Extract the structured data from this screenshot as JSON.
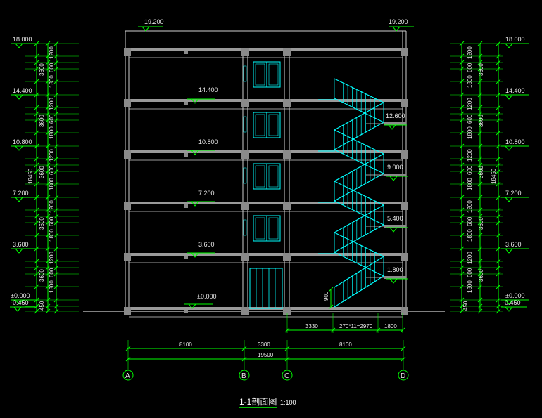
{
  "title": "1-1剖面图",
  "scale": "1:100",
  "roof_left": "19.200",
  "roof_right": "19.200",
  "side_levels": [
    "18.000",
    "14.400",
    "10.800",
    "7.200",
    "3.600",
    "±0.000",
    "-0.450"
  ],
  "floor_levels": [
    "14.400",
    "10.800",
    "7.200",
    "3.600",
    "±0.000"
  ],
  "landing_levels": [
    "12.600",
    "9.000",
    "5.400",
    "1.800"
  ],
  "story_dims": [
    "3600",
    "3600",
    "3600",
    "3600",
    "3600"
  ],
  "sub_dims": [
    "1800",
    "600",
    "1200"
  ],
  "base_dim": "450",
  "total_dim": "18450",
  "rail_dim": "900",
  "stair_dims": [
    "3330",
    "270*11=2970",
    "1800"
  ],
  "span_dims": [
    "8100",
    "3300",
    "8100"
  ],
  "total_span": "19500",
  "axes": [
    "A",
    "B",
    "C",
    "D"
  ],
  "colors": {
    "line": "#00ff00",
    "cyan": "#00ffff",
    "wall": "#cccccc",
    "text": "#e8e8e8"
  }
}
